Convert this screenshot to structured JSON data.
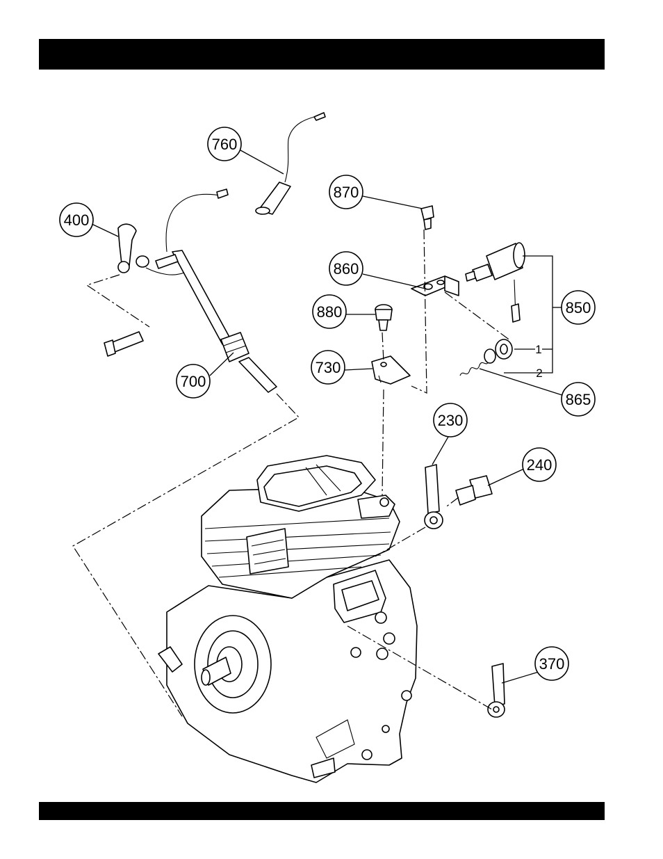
{
  "header": {
    "title": ""
  },
  "footer": {
    "text": ""
  },
  "callouts": [
    {
      "id": "c760",
      "label": "760"
    },
    {
      "id": "c870",
      "label": "870"
    },
    {
      "id": "c400",
      "label": "400"
    },
    {
      "id": "c860",
      "label": "860"
    },
    {
      "id": "c850",
      "label": "850"
    },
    {
      "id": "c880",
      "label": "880"
    },
    {
      "id": "c730",
      "label": "730"
    },
    {
      "id": "c700",
      "label": "700"
    },
    {
      "id": "c865",
      "label": "865"
    },
    {
      "id": "c230",
      "label": "230"
    },
    {
      "id": "c240",
      "label": "240"
    },
    {
      "id": "c370",
      "label": "370"
    }
  ],
  "sub_labels": {
    "one": "1",
    "two": "2"
  }
}
